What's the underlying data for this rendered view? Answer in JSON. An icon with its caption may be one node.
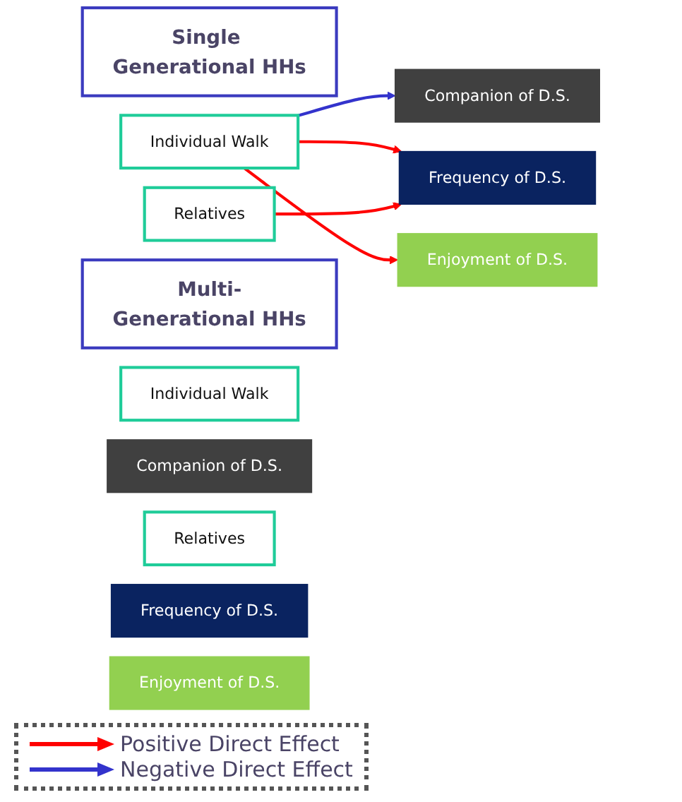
{
  "diagram": {
    "nodes": [
      {
        "text": [
          "Single Generational HHs"
        ]
      },
      {
        "text": [
          "Individual Walk"
        ]
      },
      {
        "text": [
          "Companion of D.S."
        ]
      },
      {
        "text": [
          "Relatives"
        ]
      },
      {
        "text": [
          "Frequency of D.S."
        ]
      },
      {
        "text": [
          "Enjoyment of D.S."
        ]
      },
      {
        "text": [
          "Multi-Generational HHs"
        ]
      },
      {
        "text": [
          "Individual Walk"
        ]
      },
      {
        "text": [
          "Companion of D.S."
        ]
      },
      {
        "text": [
          "Relatives"
        ]
      },
      {
        "text": [
          "Frequency of D.S."
        ]
      },
      {
        "text": [
          "Enjoyment of D.S."
        ]
      }
    ],
    "edges": [
      {
        "from": 1,
        "to": 2,
        "arrow": "to",
        "color": "#3333cc"
      },
      {
        "from": 1,
        "to": 4,
        "arrow": "to"
      },
      {
        "from": 1,
        "to": 5,
        "arrow": "to"
      },
      {
        "from": 3,
        "to": 4,
        "arrow": "to"
      }
    ],
    "legend": [
      {
        "text": "Positive Direct Effect"
      },
      {
        "text": "Negative Direct Effect"
      }
    ]
  }
}
